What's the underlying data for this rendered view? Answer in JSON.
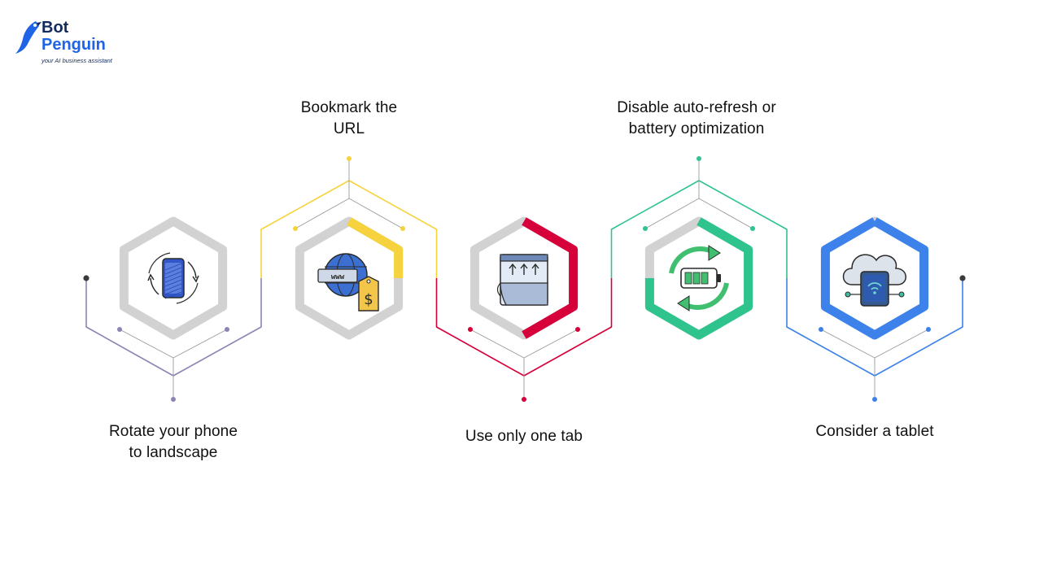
{
  "brand": {
    "name_line1": "Bot",
    "name_line2": "Penguin",
    "tagline": "your AI business assistant"
  },
  "steps": [
    {
      "id": "rotate",
      "label_lines": [
        "Rotate your phone",
        "to landscape"
      ],
      "position": "bottom",
      "color": "#8a86b4",
      "icon": "rotate-phone-icon"
    },
    {
      "id": "bookmark",
      "label_lines": [
        "Bookmark the",
        "URL"
      ],
      "position": "top",
      "color": "#f6d33e",
      "icon": "globe-www-price-tag-icon"
    },
    {
      "id": "one-tab",
      "label_lines": [
        "Use only one tab"
      ],
      "position": "bottom",
      "color": "#d6003a",
      "icon": "browser-tab-icon"
    },
    {
      "id": "disable",
      "label_lines": [
        "Disable auto-refresh or",
        "battery optimization"
      ],
      "position": "top",
      "color": "#2fc48d",
      "icon": "battery-refresh-icon"
    },
    {
      "id": "tablet",
      "label_lines": [
        "Consider a tablet"
      ],
      "position": "bottom",
      "color": "#3d82ea",
      "icon": "cloud-tablet-icon"
    }
  ],
  "colors": {
    "ring_gray": "#d2d2d2",
    "endpoint": "#3a3a3a",
    "text": "#111111",
    "brand_blue": "#1f63e6",
    "brand_navy": "#132a5e"
  }
}
